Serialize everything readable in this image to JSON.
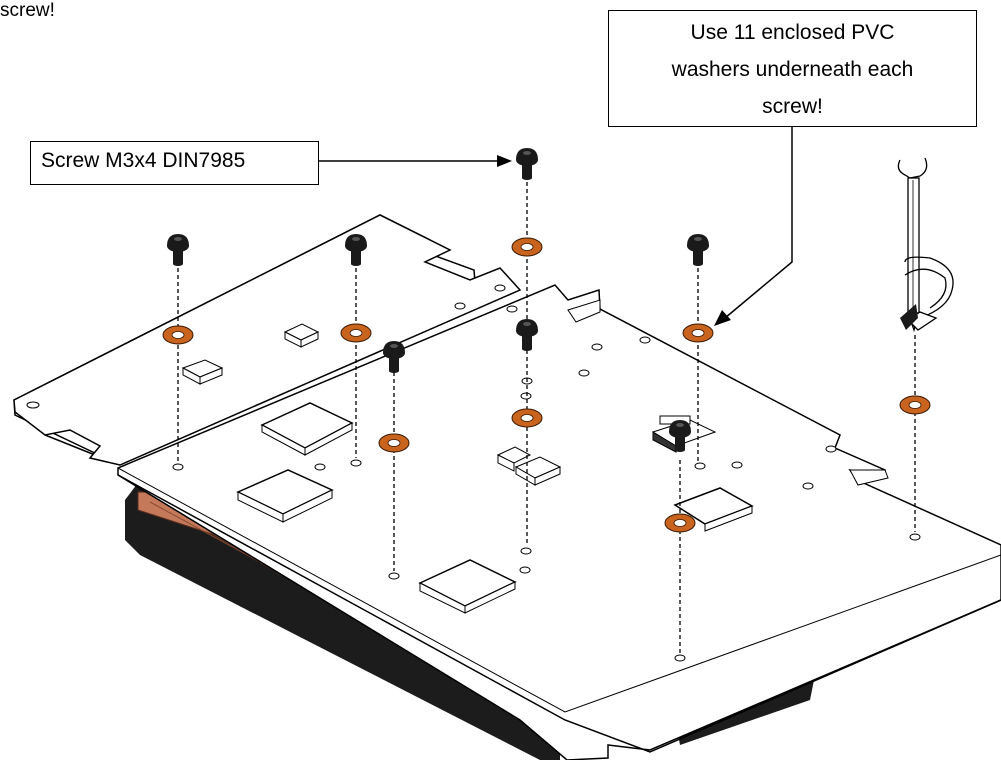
{
  "fragment_text": "screw!",
  "callouts": {
    "screw_label": "Screw M3x4 DIN7985",
    "washer_lines": [
      "Use 11 enclosed PVC",
      "washers underneath each",
      "screw!"
    ]
  },
  "colors": {
    "washer": "#c8641e",
    "copper": "#c47a5a",
    "cooler_body": "#1c1c1c",
    "screw": "#1a1a1a",
    "board": "#ffffff",
    "outline": "#000000"
  },
  "icons": [
    "screw-icon",
    "washer-icon",
    "screwdriver-icon",
    "rotation-arrow-icon",
    "callout-arrow-icon"
  ]
}
